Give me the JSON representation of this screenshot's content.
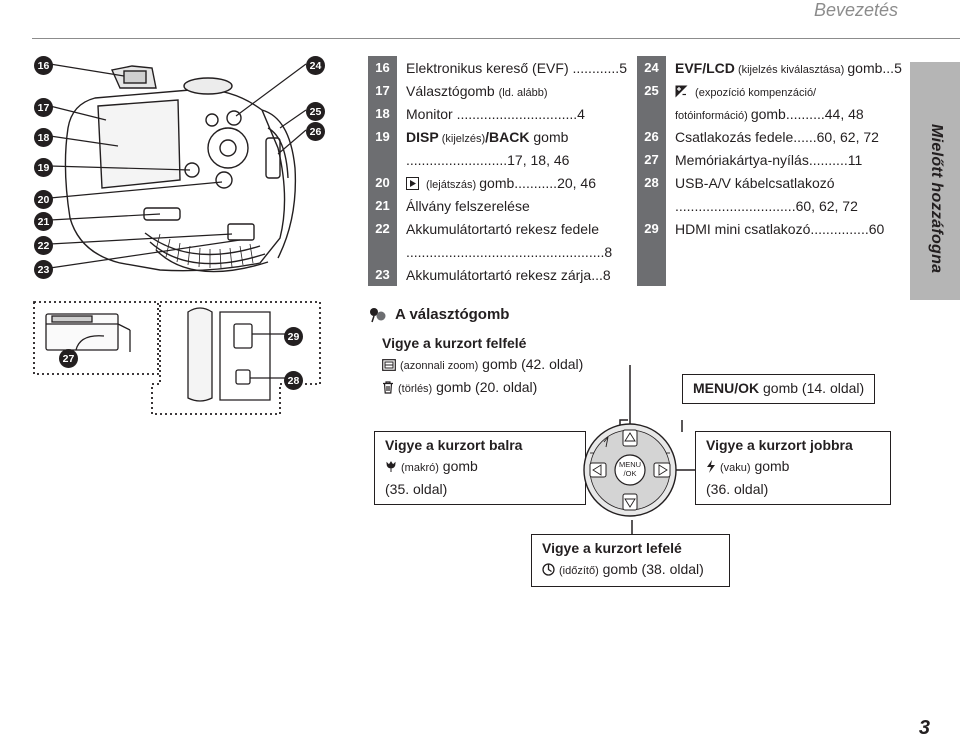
{
  "header": {
    "title": "Bevezetés"
  },
  "side_tab": {
    "text": "Mielőtt hozzáfogna"
  },
  "page_number": "3",
  "callouts": {
    "c16": "16",
    "c17": "17",
    "c18": "18",
    "c19": "19",
    "c20": "20",
    "c21": "21",
    "c22": "22",
    "c23": "23",
    "c24": "24",
    "c25": "25",
    "c26": "26",
    "c27": "27",
    "c28": "28",
    "c29": "29"
  },
  "left_list": [
    {
      "num": "16",
      "pre": "Elektronikus kereső (EVF) ",
      "dots": "............",
      "page": "5"
    },
    {
      "num": "17",
      "pre": "Választógomb ",
      "small": "(ld. alább)"
    },
    {
      "num": "18",
      "pre": "Monitor ",
      "dots": "...............................",
      "page": "4"
    },
    {
      "num": "19",
      "bold": "DISP",
      "small": " (kijelzés)",
      "bold2": "/BACK",
      "post": " gomb"
    },
    {
      "num": "",
      "dots": "..........................",
      "page": "17, 18, 46"
    },
    {
      "num": "20",
      "icon": "play",
      "small": " (lejátszás) ",
      "pre": "gomb",
      "dots": "...........",
      "page": "20, 46"
    },
    {
      "num": "21",
      "pre": "Állvány felszerelése"
    },
    {
      "num": "22",
      "pre": "Akkumulátortartó rekesz fedele"
    },
    {
      "num": "",
      "dots": "...................................................",
      "page": "8"
    },
    {
      "num": "23",
      "pre": "Akkumulátortartó rekesz zárja",
      "dots": "...",
      "page": "8"
    }
  ],
  "right_list": [
    {
      "num": "24",
      "bold": "EVF/LCD",
      "small": " (kijelzés kiválasztása) ",
      "pre": "gomb",
      "dots": "...",
      "page": "5"
    },
    {
      "num": "25",
      "icon": "exposure",
      "small": " (expozíció kompenzáció/"
    },
    {
      "num": "",
      "small": "fotóinformáció) ",
      "pre": "gomb",
      "dots": "..........",
      "page": "44, 48"
    },
    {
      "num": "26",
      "pre": "Csatlakozás fedele",
      "dots": "......",
      "page": "60, 62, 72"
    },
    {
      "num": "27",
      "pre": "Memóriakártya-nyílás",
      "dots": "..........",
      "page": "11"
    },
    {
      "num": "28",
      "pre": "USB-A/V kábelcsatlakozó"
    },
    {
      "num": "",
      "dots": "...............................",
      "page": "60, 62, 72"
    },
    {
      "num": "29",
      "pre": "HDMI mini csatlakozó",
      "dots": "...............",
      "page": "60"
    }
  ],
  "selector": {
    "title": "A választógomb",
    "up": {
      "head": "Vigye a kurzort felfelé",
      "line1_small": "(azonnali zoom)",
      "line1": " gomb (42. oldal)",
      "line2_small": "(törlés)",
      "line2": " gomb (20. oldal)"
    },
    "menu": {
      "bold": "MENU/OK",
      "text": " gomb (14. oldal)"
    },
    "left": {
      "head": "Vigye a kurzort balra",
      "small": "(makró)",
      "line1": " gomb",
      "line2": "(35. oldal)"
    },
    "right": {
      "head": "Vigye a kurzort jobbra",
      "small": "(vaku)",
      "line1": " gomb",
      "line2": "(36. oldal)"
    },
    "down": {
      "head": "Vigye a kurzort lefelé",
      "small": "(időzítő)",
      "line1": " gomb (38. oldal)"
    },
    "dial_label": "MENU\n/OK"
  }
}
